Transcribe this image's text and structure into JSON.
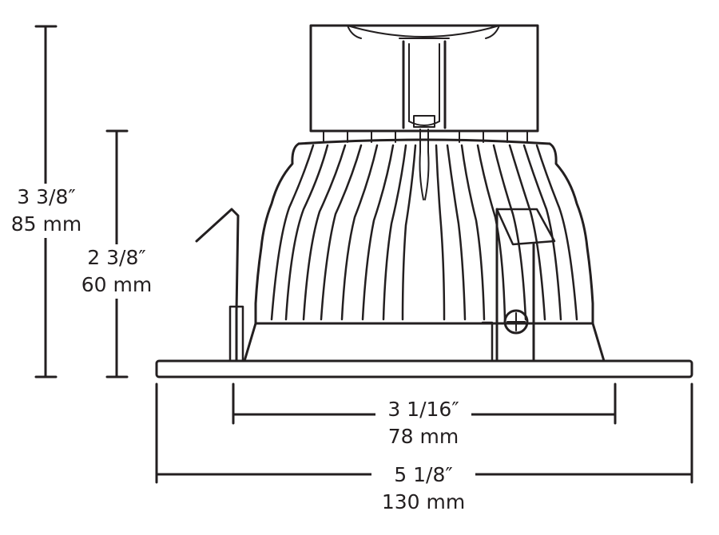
{
  "dimensions": {
    "overall_height": {
      "imperial": "3 3/8″",
      "metric": "85 mm"
    },
    "body_height": {
      "imperial": "2 3/8″",
      "metric": "60 mm"
    },
    "cutout_width": {
      "imperial": "3 1/16″",
      "metric": "78 mm"
    },
    "trim_width": {
      "imperial": "5 1/8″",
      "metric": "130 mm"
    }
  },
  "colors": {
    "line": "#231f20",
    "background": "#ffffff"
  }
}
